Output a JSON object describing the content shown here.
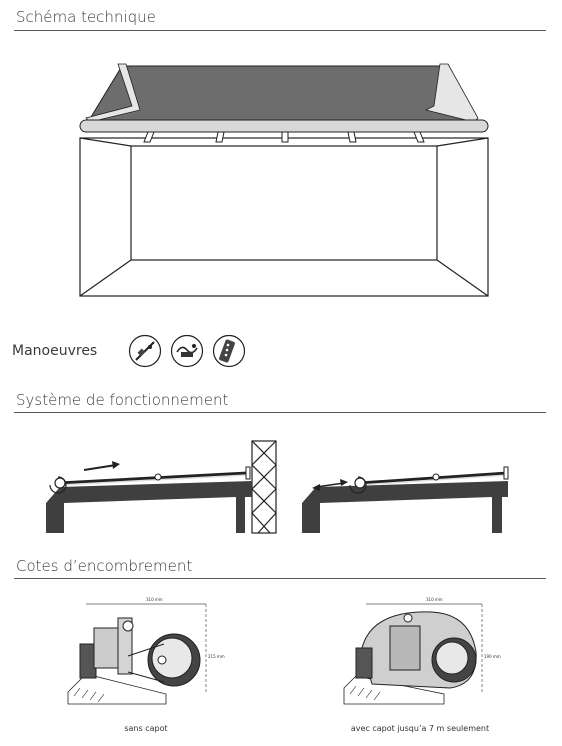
{
  "sections": {
    "schema": "Schéma technique",
    "manoeuvres": "Manoeuvres",
    "systeme": "Système de fonctionnement",
    "cotes": "Cotes d’encombrement"
  },
  "icons": [
    "crank-handle-icon",
    "motor-switch-icon",
    "remote-control-icon"
  ],
  "dimensions": {
    "sans_capot_width": "310 mm",
    "sans_capot_height": "215 mm",
    "avec_capot_width": "310 mm",
    "avec_capot_height": "190 mm"
  },
  "captions": {
    "sans_capot": "sans capot",
    "avec_capot": "avec capot jusqu’a 7 m seulement"
  },
  "colors": {
    "canvas": "#6d6d6d",
    "structure": "#4a4a4a",
    "line": "#222222"
  }
}
